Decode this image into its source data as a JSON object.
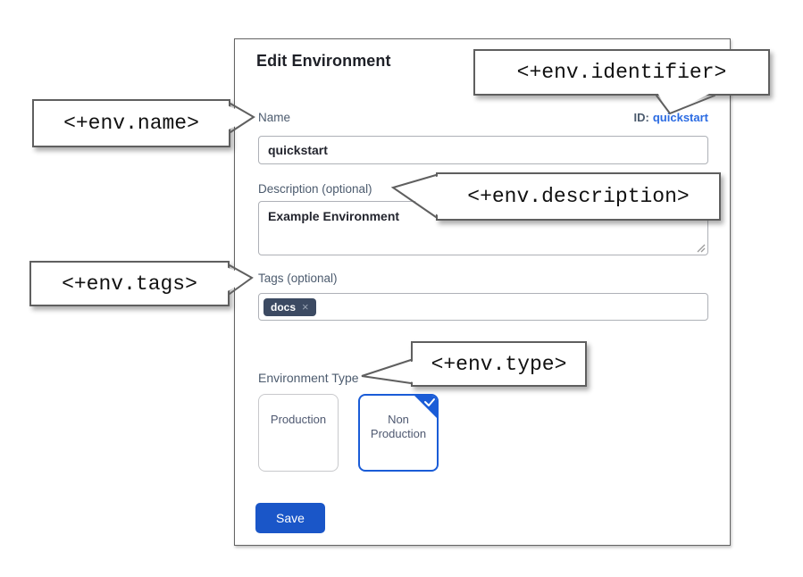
{
  "dialog": {
    "title": "Edit Environment",
    "name_field": {
      "label": "Name",
      "value": "quickstart"
    },
    "id_field": {
      "label": "ID:",
      "value": "quickstart"
    },
    "description_field": {
      "label": "Description (optional)",
      "value": "Example Environment"
    },
    "tags_field": {
      "label": "Tags (optional)",
      "tags": [
        "docs"
      ],
      "remove_icon": "×"
    },
    "environment_type": {
      "label": "Environment Type",
      "options": [
        {
          "label": "Production",
          "selected": false
        },
        {
          "label": "Non Production",
          "selected": true
        }
      ]
    },
    "save_button_label": "Save"
  },
  "callouts": {
    "name": "<+env.name>",
    "identifier": "<+env.identifier>",
    "description": "<+env.description>",
    "tags": "<+env.tags>",
    "type": "<+env.type>"
  },
  "colors": {
    "save_button_blue": "#1a56c8",
    "selected_card_blue": "#1a5cd7",
    "id_link_blue": "#2b6be2",
    "tag_chip_bg": "#3c4a62",
    "callout_border": "#5f5f5f"
  }
}
